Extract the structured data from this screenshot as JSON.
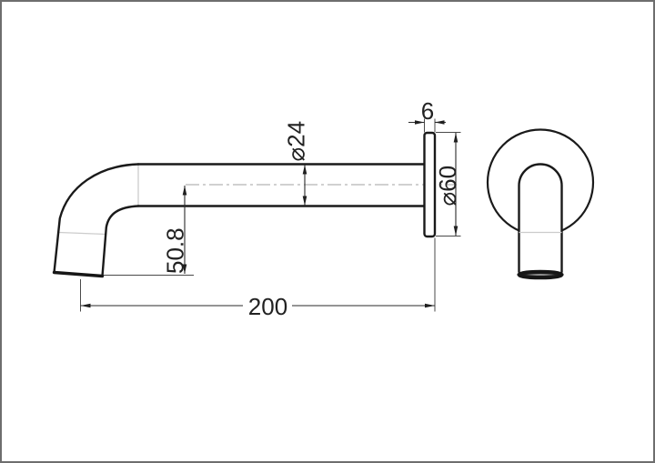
{
  "drawing": {
    "title": "wall spout technical drawing",
    "views": {
      "side_view": "spout profile with wall flange",
      "front_view": "flange circle with spout tube"
    },
    "dimensions": {
      "spout_diameter": {
        "label": "⌀24",
        "value": 24,
        "unit": "mm"
      },
      "outlet_drop": {
        "label": "50.8",
        "value": 50.8,
        "unit": "mm"
      },
      "spout_reach": {
        "label": "200",
        "value": 200,
        "unit": "mm"
      },
      "flange_thickness": {
        "label": "6",
        "value": 6,
        "unit": "mm"
      },
      "flange_diameter": {
        "label": "⌀60",
        "value": 60,
        "unit": "mm"
      }
    },
    "colors": {
      "outline": "#1a1a1a",
      "dimension_lines": "#2b2b2b",
      "centerline": "#b3b3b3",
      "tangent_lines": "#cccccc",
      "page_border": "#6e6e6e",
      "background": "#ffffff"
    }
  }
}
